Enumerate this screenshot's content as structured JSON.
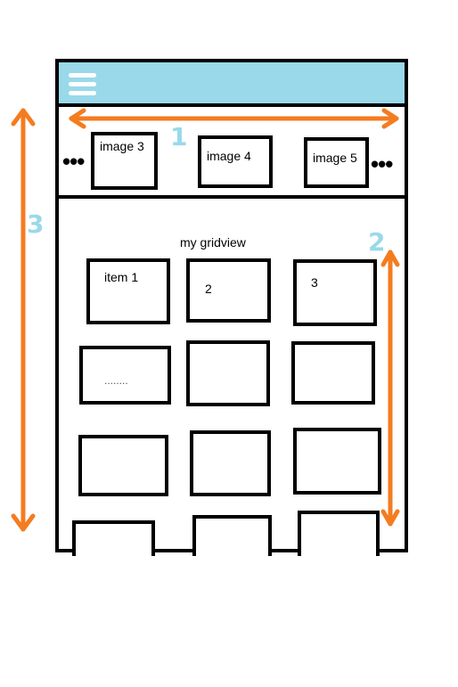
{
  "carousel": {
    "items": [
      {
        "label": "image 3"
      },
      {
        "label": "image 4"
      },
      {
        "label": "image 5"
      }
    ],
    "overflow_left": "•••",
    "overflow_right": "•••"
  },
  "grid": {
    "title": "my gridview",
    "item1_label": "item 1",
    "item2_label": "2",
    "item3_label": "3",
    "item4_label": "........"
  },
  "annotations": {
    "horizontal_marker": "1",
    "grid_vertical_marker": "2",
    "screen_vertical_marker": "3"
  },
  "colors": {
    "arrow": "#f47c20",
    "marker_text": "#99d9ea",
    "toolbar": "#99d9ea",
    "outline": "#000000"
  },
  "icons": {
    "toolbar_menu": "hamburger-menu-icon"
  }
}
